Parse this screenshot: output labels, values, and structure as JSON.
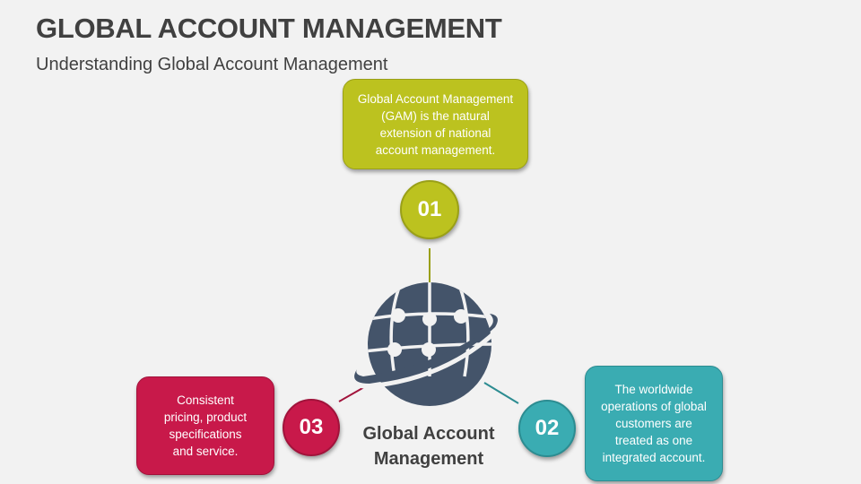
{
  "header": {
    "title": "GLOBAL ACCOUNT MANAGEMENT",
    "subtitle": "Understanding Global Account Management"
  },
  "center": {
    "icon": "globe-orbit-icon",
    "label": "Global Account\nManagement",
    "color": "#44546a"
  },
  "items": [
    {
      "number": "01",
      "text": "Global Account Management\n(GAM) is the natural\nextension of national\naccount management.",
      "color": "#bcc21f"
    },
    {
      "number": "02",
      "text": "The worldwide\noperations of global\ncustomers are\ntreated as one\nintegrated account.",
      "color": "#3aacb2"
    },
    {
      "number": "03",
      "text": "Consistent\npricing, product\nspecifications\nand service.",
      "color": "#c8194a"
    }
  ]
}
